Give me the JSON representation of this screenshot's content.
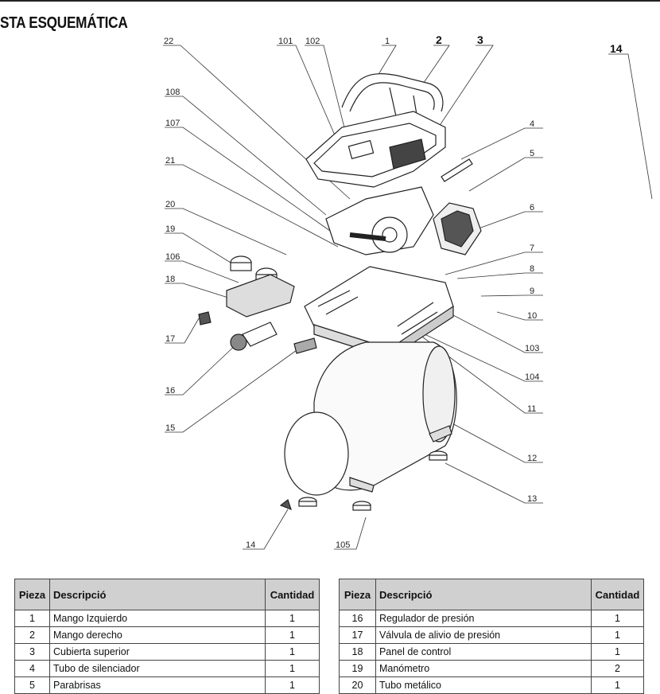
{
  "header": {
    "title": "STA ESQUEMÁTICA"
  },
  "callouts": {
    "c22": "22",
    "c101": "101",
    "c102": "102",
    "c1": "1",
    "c2": "2",
    "c3": "3",
    "c14top": "14",
    "c108": "108",
    "c107": "107",
    "c4": "4",
    "c21": "21",
    "c5": "5",
    "c20": "20",
    "c6": "6",
    "c19": "19",
    "c106": "106",
    "c7": "7",
    "c8": "8",
    "c18": "18",
    "c9": "9",
    "c10": "10",
    "c17": "17",
    "c103": "103",
    "c104": "104",
    "c16": "16",
    "c11": "11",
    "c15": "15",
    "c12": "12",
    "c13": "13",
    "c14": "14",
    "c105": "105"
  },
  "table_headers": {
    "piece": "Pieza",
    "description": "Descripció",
    "quantity": "Cantidad"
  },
  "table_left": [
    {
      "piece": "1",
      "description": "Mango Izquierdo",
      "quantity": "1"
    },
    {
      "piece": "2",
      "description": "Mango derecho",
      "quantity": "1"
    },
    {
      "piece": "3",
      "description": "Cubierta superior",
      "quantity": "1"
    },
    {
      "piece": "4",
      "description": "Tubo de silenciador",
      "quantity": "1"
    },
    {
      "piece": "5",
      "description": "Parabrisas",
      "quantity": "1"
    }
  ],
  "table_right": [
    {
      "piece": "16",
      "description": "Regulador de presión",
      "quantity": "1"
    },
    {
      "piece": "17",
      "description": "Válvula de alivio de presión",
      "quantity": "1"
    },
    {
      "piece": "18",
      "description": "Panel de control",
      "quantity": "1"
    },
    {
      "piece": "19",
      "description": "Manómetro",
      "quantity": "2"
    },
    {
      "piece": "20",
      "description": "Tubo metálico",
      "quantity": "1"
    }
  ]
}
